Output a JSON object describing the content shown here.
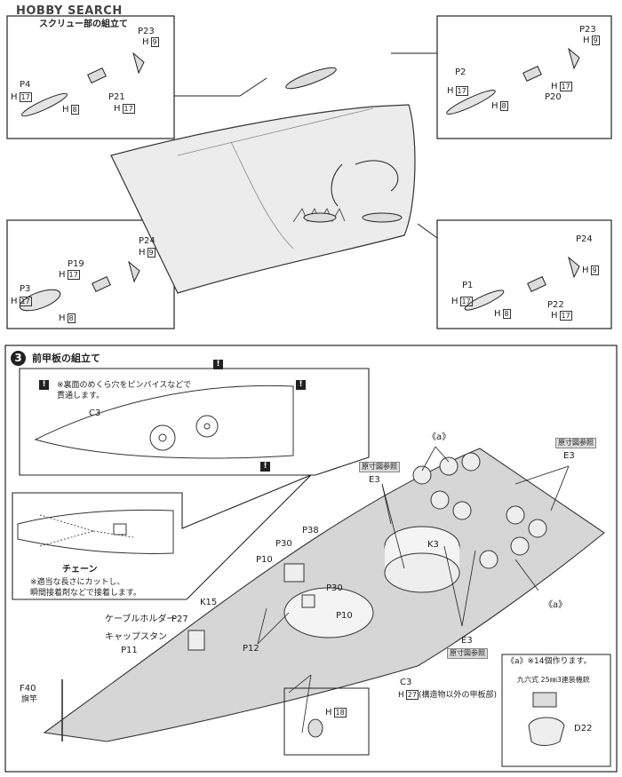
{
  "watermark": "HOBBY SEARCH",
  "section1": {
    "title": "スクリュー部の組立て",
    "parts": {
      "p23a": "P23",
      "h9a": "9",
      "p4": "P4",
      "h17a": "17",
      "h8a": "8",
      "p21": "P21",
      "h17b": "17",
      "p23b": "P23",
      "h9b": "9",
      "p2": "P2",
      "h17c": "17",
      "h8b": "8",
      "p20": "P20",
      "h17d": "17",
      "p24a": "P24",
      "h9c": "9",
      "p19": "P19",
      "h17e": "17",
      "p3": "P3",
      "h17f": "17",
      "h8c": "8",
      "p24b": "P24",
      "h9d": "9",
      "p1": "P1",
      "h17g": "17",
      "h8d": "8",
      "p22": "P22",
      "h17h": "17"
    }
  },
  "section3": {
    "number": "3",
    "title": "前甲板の組立て",
    "note_drill": "※裏面のめくら穴をピンバイスなどで\n貫通します。",
    "c3_top": "C3",
    "chain_label": "チェーン",
    "chain_note": "※適当な長さにカットし、\n瞬間接着剤などで接着します。",
    "cable_holder": "ケーブルホルダー",
    "p27": "P27",
    "capstan": "キャップスタン",
    "p11": "P11",
    "k15": "K15",
    "f40": "F40",
    "flagpole": "旗竿",
    "p12": "P12",
    "p10a": "P10",
    "p30a": "P30",
    "p38": "P38",
    "p30b": "P30",
    "p10b": "P10",
    "e3a": "E3",
    "e3b": "E3",
    "e3c": "E3",
    "k3": "K3",
    "a_mark1": "《a》",
    "a_mark2": "《a》",
    "ref1": "原寸図参照",
    "ref2": "原寸図参照",
    "ref3": "原寸図参照",
    "c3_bottom": "C3",
    "h27_note": "(構造物以外の甲板部)",
    "h27": "27",
    "h18": "18",
    "inset_title": "《a》※14個作ります。",
    "inset_gun": "九六式 25㎜3連装機銃",
    "d22": "D22"
  },
  "colors": {
    "ink": "#222222",
    "deck": "#d4d4d4",
    "hull": "#e8e8e8"
  }
}
